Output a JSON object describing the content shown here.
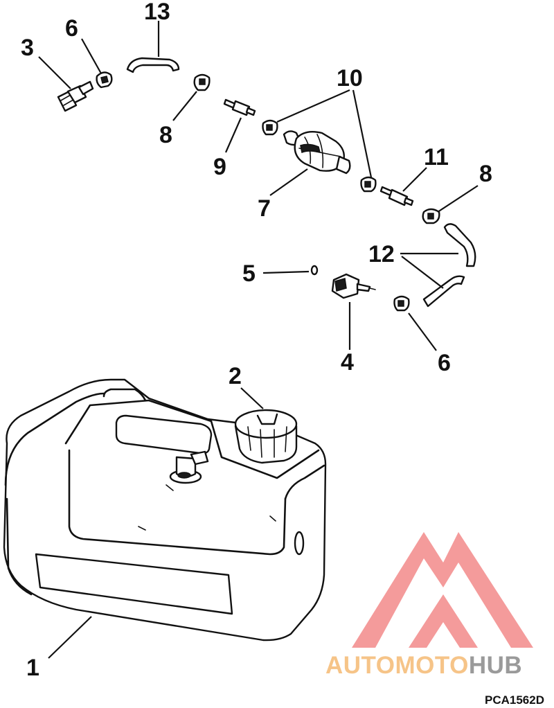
{
  "figure": {
    "code": "PCA1562D",
    "watermark": {
      "part1": "AUTOMOTO",
      "part2": "HUB",
      "part1_color": "#f6c488",
      "part2_color": "#9a9a9a",
      "logo_color": "#f28a8a"
    }
  },
  "callouts": {
    "c1": "1",
    "c2": "2",
    "c3": "3",
    "c4": "4",
    "c5": "5",
    "c6a": "6",
    "c6b": "6",
    "c7": "7",
    "c8a": "8",
    "c8b": "8",
    "c9": "9",
    "c10": "10",
    "c11": "11",
    "c12": "12",
    "c13": "13"
  }
}
